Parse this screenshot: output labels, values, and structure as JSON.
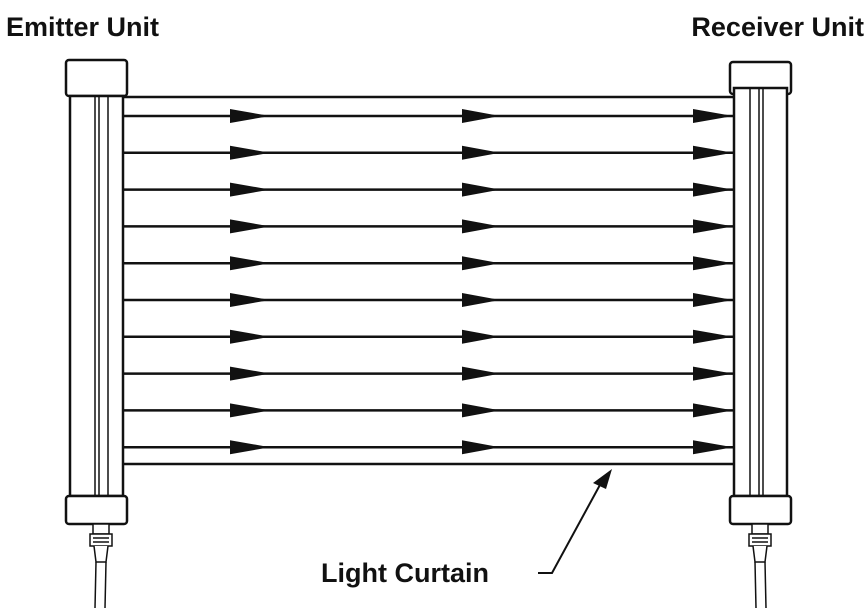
{
  "labels": {
    "emitter": "Emitter Unit",
    "receiver": "Receiver Unit",
    "curtain": "Light Curtain"
  },
  "beams": {
    "count": 10
  },
  "colors": {
    "stroke": "#111111",
    "background": "#ffffff"
  }
}
